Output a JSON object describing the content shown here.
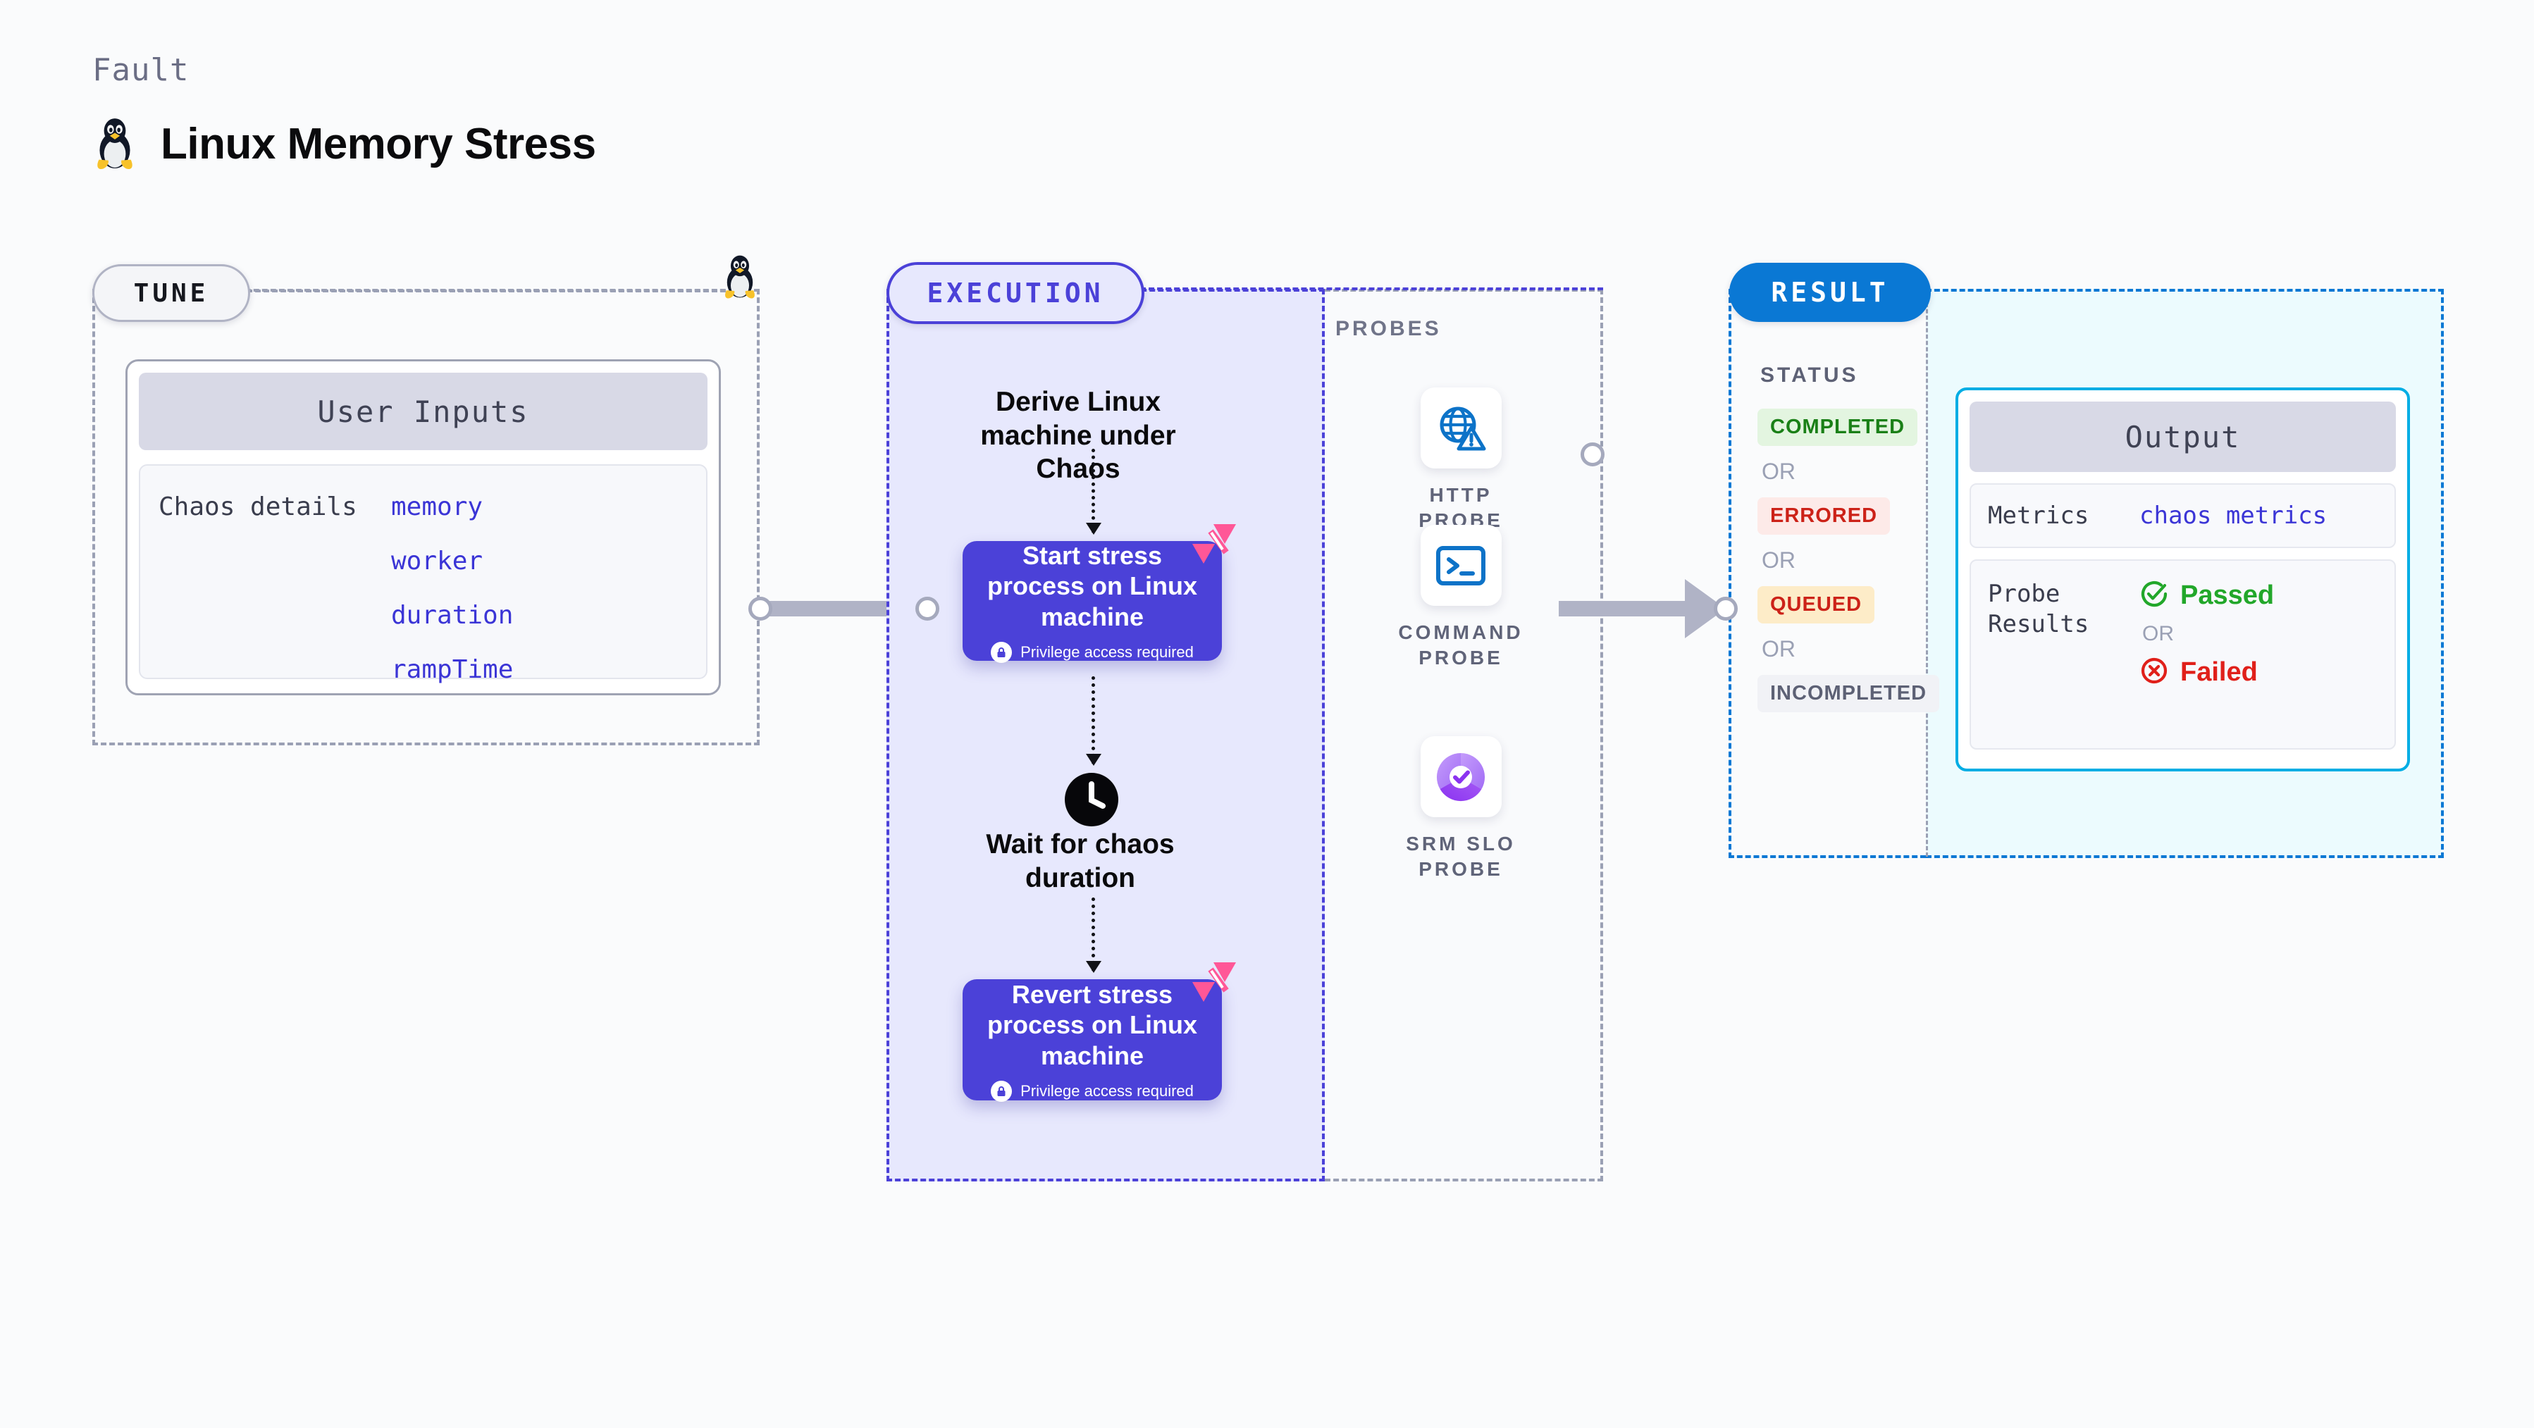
{
  "header": {
    "eyebrow": "Fault",
    "title": "Linux Memory Stress",
    "icon": "linux-tux-icon"
  },
  "tune": {
    "badge": "TUNE",
    "icon": "linux-tux-icon",
    "card": {
      "header": "User Inputs",
      "label": "Chaos details",
      "params": [
        "memory",
        "worker",
        "duration",
        "rampTime"
      ]
    }
  },
  "execution": {
    "badge": "EXECUTION",
    "steps": [
      {
        "type": "text",
        "label": "Derive Linux machine under Chaos"
      },
      {
        "type": "card",
        "title": "Start stress process on Linux machine",
        "note": "Privilege access required",
        "note_icon": "lock-icon",
        "corner_icon": "harness-logo-icon"
      },
      {
        "type": "text",
        "label": "Wait for chaos duration",
        "icon": "clock-icon"
      },
      {
        "type": "card",
        "title": "Revert stress process on Linux machine",
        "note": "Privilege access required",
        "note_icon": "lock-icon",
        "corner_icon": "harness-logo-icon"
      }
    ]
  },
  "probes": {
    "label": "PROBES",
    "items": [
      {
        "label": "HTTP PROBE",
        "icon": "globe-warning-icon"
      },
      {
        "label": "COMMAND PROBE",
        "icon": "terminal-icon"
      },
      {
        "label": "SRM SLO PROBE",
        "icon": "slo-donut-check-icon"
      }
    ]
  },
  "result": {
    "badge": "RESULT",
    "status_label": "STATUS",
    "or_label": "OR",
    "statuses": [
      {
        "label": "COMPLETED",
        "bg": "#e3f5e0",
        "fg": "#1a8017"
      },
      {
        "label": "ERRORED",
        "bg": "#fdeae8",
        "fg": "#cc2218"
      },
      {
        "label": "QUEUED",
        "bg": "#fdecc8",
        "fg": "#cc2218"
      },
      {
        "label": "INCOMPLETED",
        "bg": "#f1f2f6",
        "fg": "#5d6175"
      }
    ],
    "output": {
      "header": "Output",
      "metrics_key": "Metrics",
      "metrics_value": "chaos metrics",
      "probe_results_key": "Probe Results",
      "passed_label": "Passed",
      "passed_icon": "check-circle-icon",
      "failed_label": "Failed",
      "failed_icon": "x-circle-icon",
      "or_label": "OR"
    }
  },
  "colors": {
    "background": "#fafbfc",
    "execution_fill": "#e7e8fd",
    "execution_accent": "#4b41d8",
    "result_accent": "#0a78d4",
    "output_fill": "#ecfbfe",
    "output_border": "#00ade4",
    "param_blue": "#3b35d6",
    "harness_pink": "#ff5797"
  }
}
